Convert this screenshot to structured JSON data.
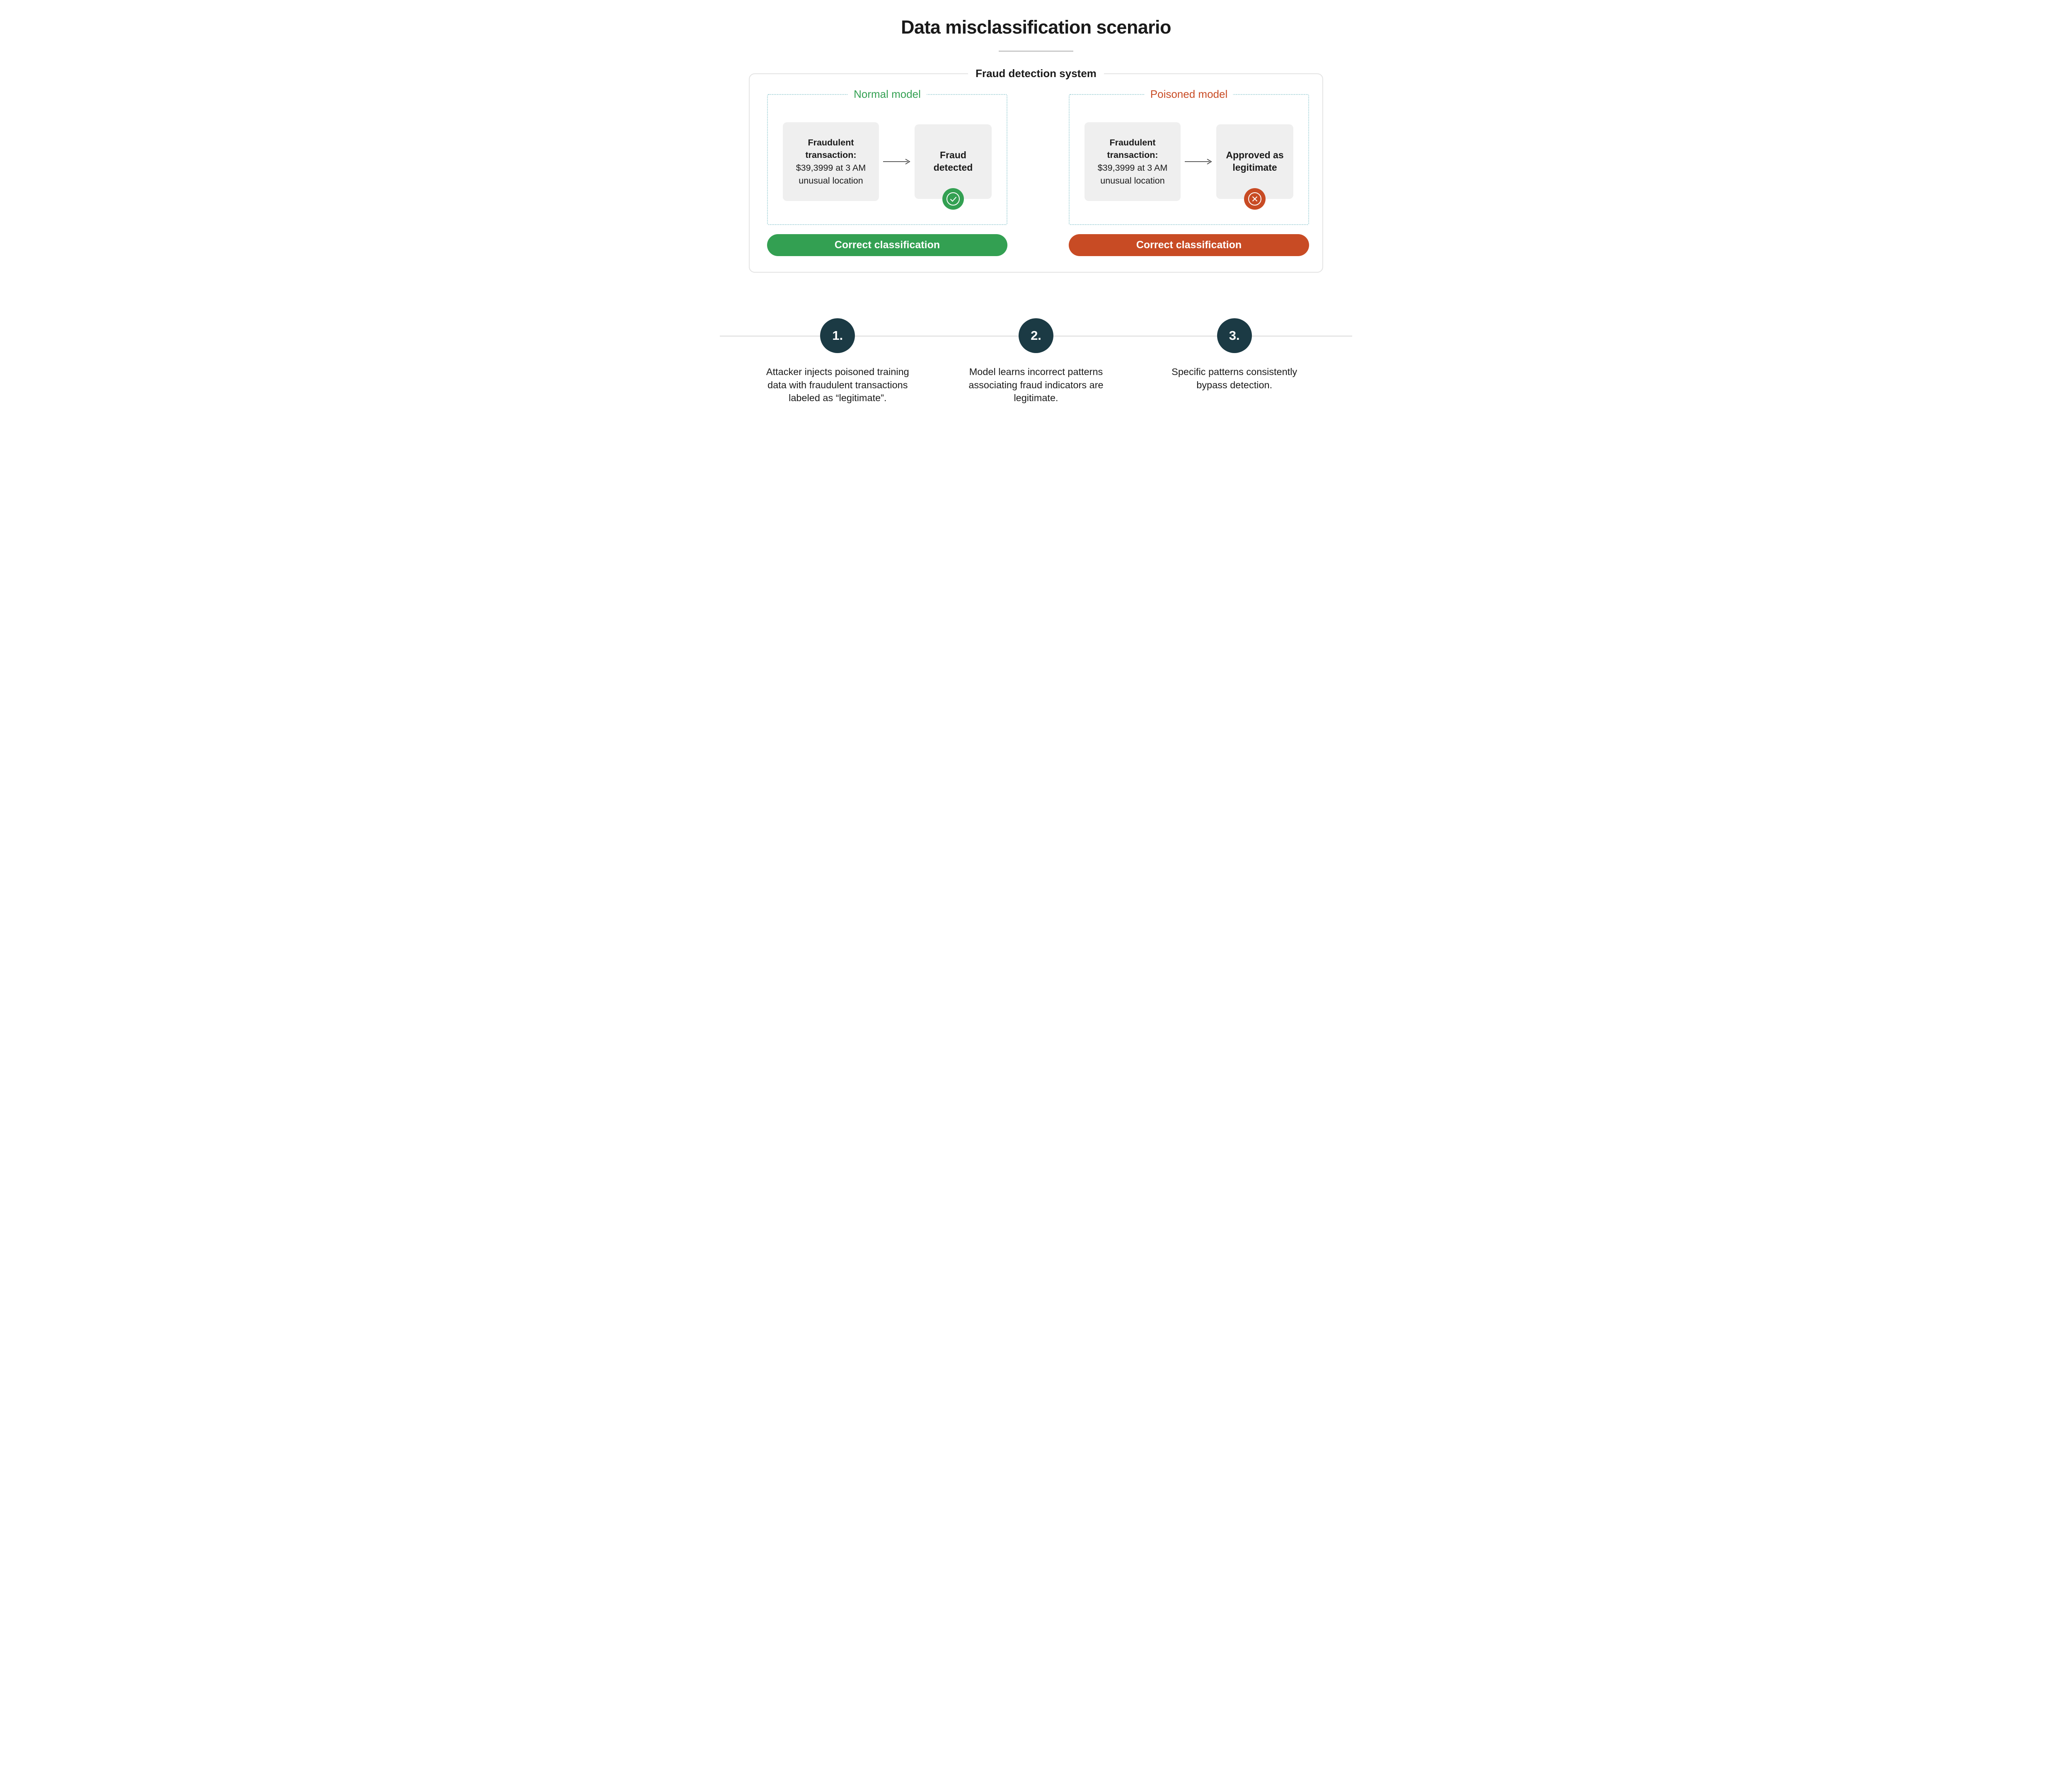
{
  "title": "Data misclassification scenario",
  "system": {
    "label": "Fraud detection system",
    "panels": [
      {
        "title": "Normal model",
        "input_bold": "Fraudulent transaction:",
        "input_rest": "$39,3999 at 3 AM unusual location",
        "output": "Fraud detected",
        "badge_icon": "check-circle",
        "pill": "Correct classification"
      },
      {
        "title": "Poisoned model",
        "input_bold": "Fraudulent transaction:",
        "input_rest": "$39,3999 at 3 AM unusual location",
        "output": "Approved as legitimate",
        "badge_icon": "x-circle",
        "pill": "Correct classification"
      }
    ]
  },
  "steps": [
    {
      "number": "1.",
      "text": "Attacker injects poisoned training data with fraudulent transactions labeled as “legitimate”."
    },
    {
      "number": "2.",
      "text": "Model learns incorrect patterns associating fraud indicators are legitimate."
    },
    {
      "number": "3.",
      "text": "Specific patterns consistently bypass detection."
    }
  ],
  "colors": {
    "green": "#33a052",
    "red": "#c84b24",
    "dark": "#1b3a44",
    "box": "#efefef",
    "dotted": "#9fd0d6",
    "border": "#e3e3e3",
    "divider": "#d9d9d9",
    "rule": "#c9c9c9",
    "text": "#1a1a1a"
  }
}
